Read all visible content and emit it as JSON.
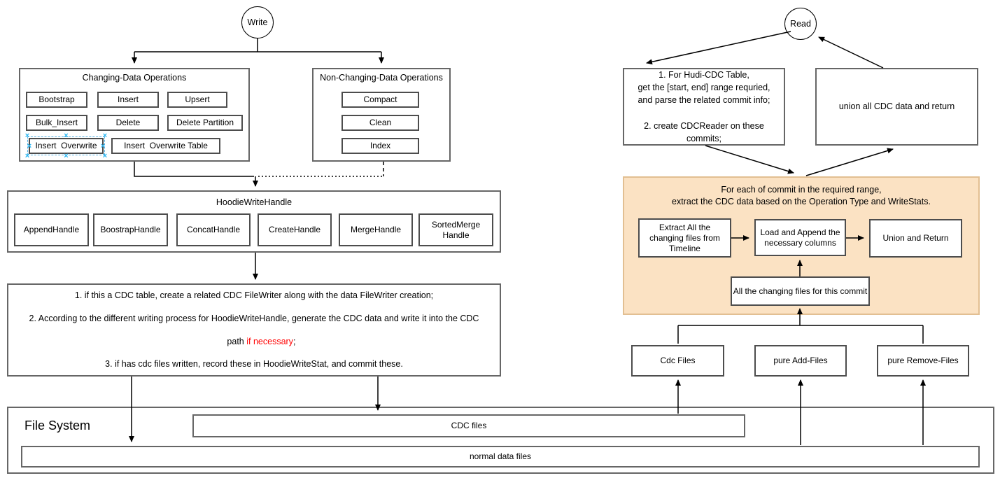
{
  "write_flow": {
    "terminal": "Write",
    "changing_ops": {
      "title": "Changing-Data Operations",
      "items": [
        "Bootstrap",
        "Insert",
        "Upsert",
        "Bulk_Insert",
        "Delete",
        "Delete Partition",
        "Insert  Overwrite",
        "Insert  Overwrite Table"
      ],
      "selected_item": "Insert  Overwrite"
    },
    "non_changing_ops": {
      "title": "Non-Changing-Data Operations",
      "items": [
        "Compact",
        "Clean",
        "Index"
      ]
    },
    "write_handle": {
      "title": "HoodieWriteHandle",
      "items": [
        "AppendHandle",
        "BoostrapHandle",
        "ConcatHandle",
        "CreateHandle",
        "MergeHandle",
        "SortedMerge\nHandle"
      ]
    },
    "notes": {
      "line1": "1. if this a CDC table, create a related CDC FileWriter along with the data FileWriter creation;",
      "line2": "2. According to the different writing process for HoodieWriteHandle, generate the CDC data and write it into the CDC",
      "line3_pre": "path ",
      "line3_red": "if necessary",
      "line3_post": ";",
      "line4": "3. if has cdc files written, record these in HoodieWriteStat, and commit these."
    }
  },
  "read_flow": {
    "terminal": "Read",
    "step1": "1. For Hudi-CDC Table,\nget the [start, end] range requried,\nand parse the related commit info;\n\n2. create CDCReader on these\ncommits;",
    "union_box": "union all CDC data and return",
    "per_commit": {
      "title": "For each of commit in the required range,\nextract the CDC data based on the Operation Type and WriteStats.",
      "extract": "Extract All the changing files from Timeline",
      "load": "Load and Append the necessary columns",
      "union": "Union and Return",
      "all_changing": "All the changing files for this commit"
    },
    "file_groups": [
      "Cdc Files",
      "pure Add-Files",
      "pure Remove-Files"
    ]
  },
  "file_system": {
    "title": "File System",
    "cdc_files": "CDC files",
    "normal_files": "normal data files"
  },
  "colors": {
    "container_border": "#666666",
    "node_border": "#4d4d4d",
    "connector": "#000000",
    "highlight_fill": "#fbe2c3",
    "highlight_stroke": "#e2bf92",
    "selection_blue": "#29b6f2",
    "accent_red": "#ff0000"
  }
}
